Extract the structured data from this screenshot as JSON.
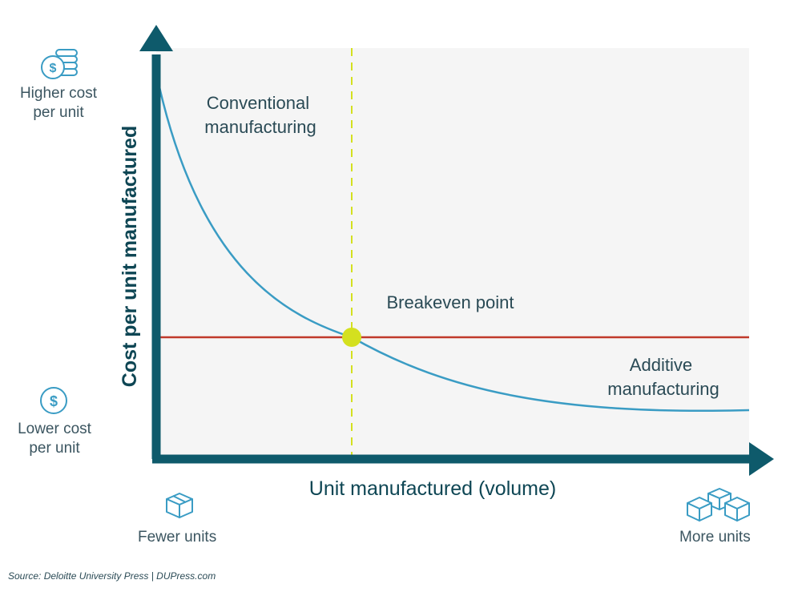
{
  "chart_data": {
    "type": "line",
    "title": "",
    "xlabel": "Unit manufactured (volume)",
    "ylabel": "Cost per unit manufactured",
    "y_top_label": "Higher cost per unit",
    "y_bottom_label": "Lower cost per unit",
    "x_left_label": "Fewer units",
    "x_right_label": "More units",
    "series": [
      {
        "name": "Conventional manufacturing",
        "color": "#3a9cc4",
        "shape": "decreasing curve"
      },
      {
        "name": "Additive manufacturing",
        "color": "#c0392b",
        "shape": "constant"
      }
    ],
    "annotations": {
      "conventional": "Conventional manufacturing",
      "breakeven": "Breakeven point",
      "additive": "Additive manufacturing"
    },
    "breakeven_color": "#d4e01f",
    "axis_color": "#0e5a6b",
    "plot_background": "#f5f5f5",
    "grid": false
  },
  "source": "Source: Deloitte University Press | DUPress.com",
  "icons": {
    "higher_cost": "coins-stack-icon",
    "lower_cost": "coin-icon",
    "fewer_units": "box-icon",
    "more_units": "boxes-icon"
  }
}
